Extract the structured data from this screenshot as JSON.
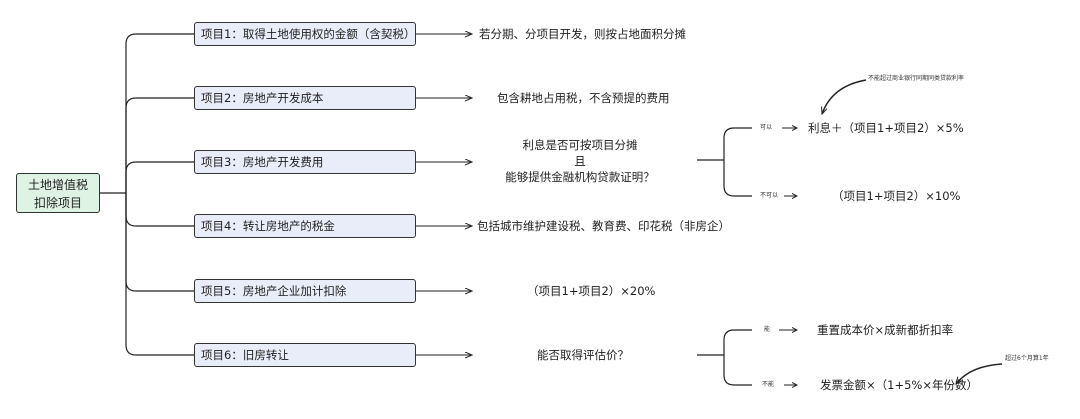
{
  "root": {
    "line1": "土地增值税",
    "line2": "扣除项目"
  },
  "items": [
    {
      "label": "项目1：取得土地使用权的金额（含契税）",
      "note": "若分期、分项目开发，则按占地面积分摊"
    },
    {
      "label": "项目2：房地产开发成本",
      "note": "包含耕地占用税，不含预提的费用"
    },
    {
      "label": "项目3：房地产开发费用"
    },
    {
      "label": "项目4：转让房地产的税金",
      "note": "包括城市维护建设税、教育费、印花税（非房企）"
    },
    {
      "label": "项目5：房地产企业加计扣除",
      "note": "（项目1+项目2）×20%"
    },
    {
      "label": "项目6：旧房转让"
    }
  ],
  "q3": {
    "line1": "利息是否可按项目分摊",
    "line2": "且",
    "line3": "能够提供金融机构贷款证明？",
    "yes_label": "可以",
    "yes_result": "利息＋（项目1+项目2）×5%",
    "no_label": "不可以",
    "no_result": "（项目1+项目2）×10%",
    "annotation": "不能超过商业银行同期同类贷款利率"
  },
  "q6": {
    "question": "能否取得评估价？",
    "yes_label": "能",
    "yes_result": "重置成本价×成新都折扣率",
    "no_label": "不能",
    "no_result": "发票金额×（1+5%×年份数）",
    "annotation": "超过6个月算1年"
  }
}
